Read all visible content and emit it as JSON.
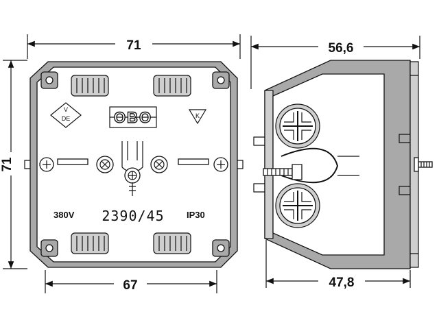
{
  "dimensions": {
    "front_width": "71",
    "front_height": "71",
    "front_base_width": "67",
    "side_depth": "56,6",
    "side_base_depth": "47,8"
  },
  "markings": {
    "brand": "OBO",
    "voltage": "380V",
    "part_number": "2390/45",
    "ip_rating": "IP30",
    "vde_mark_top": "V",
    "vde_mark_bottom": "DE",
    "k_mark": "K"
  },
  "colors": {
    "body_fill": "#a9a9a9",
    "line": "#111111"
  }
}
